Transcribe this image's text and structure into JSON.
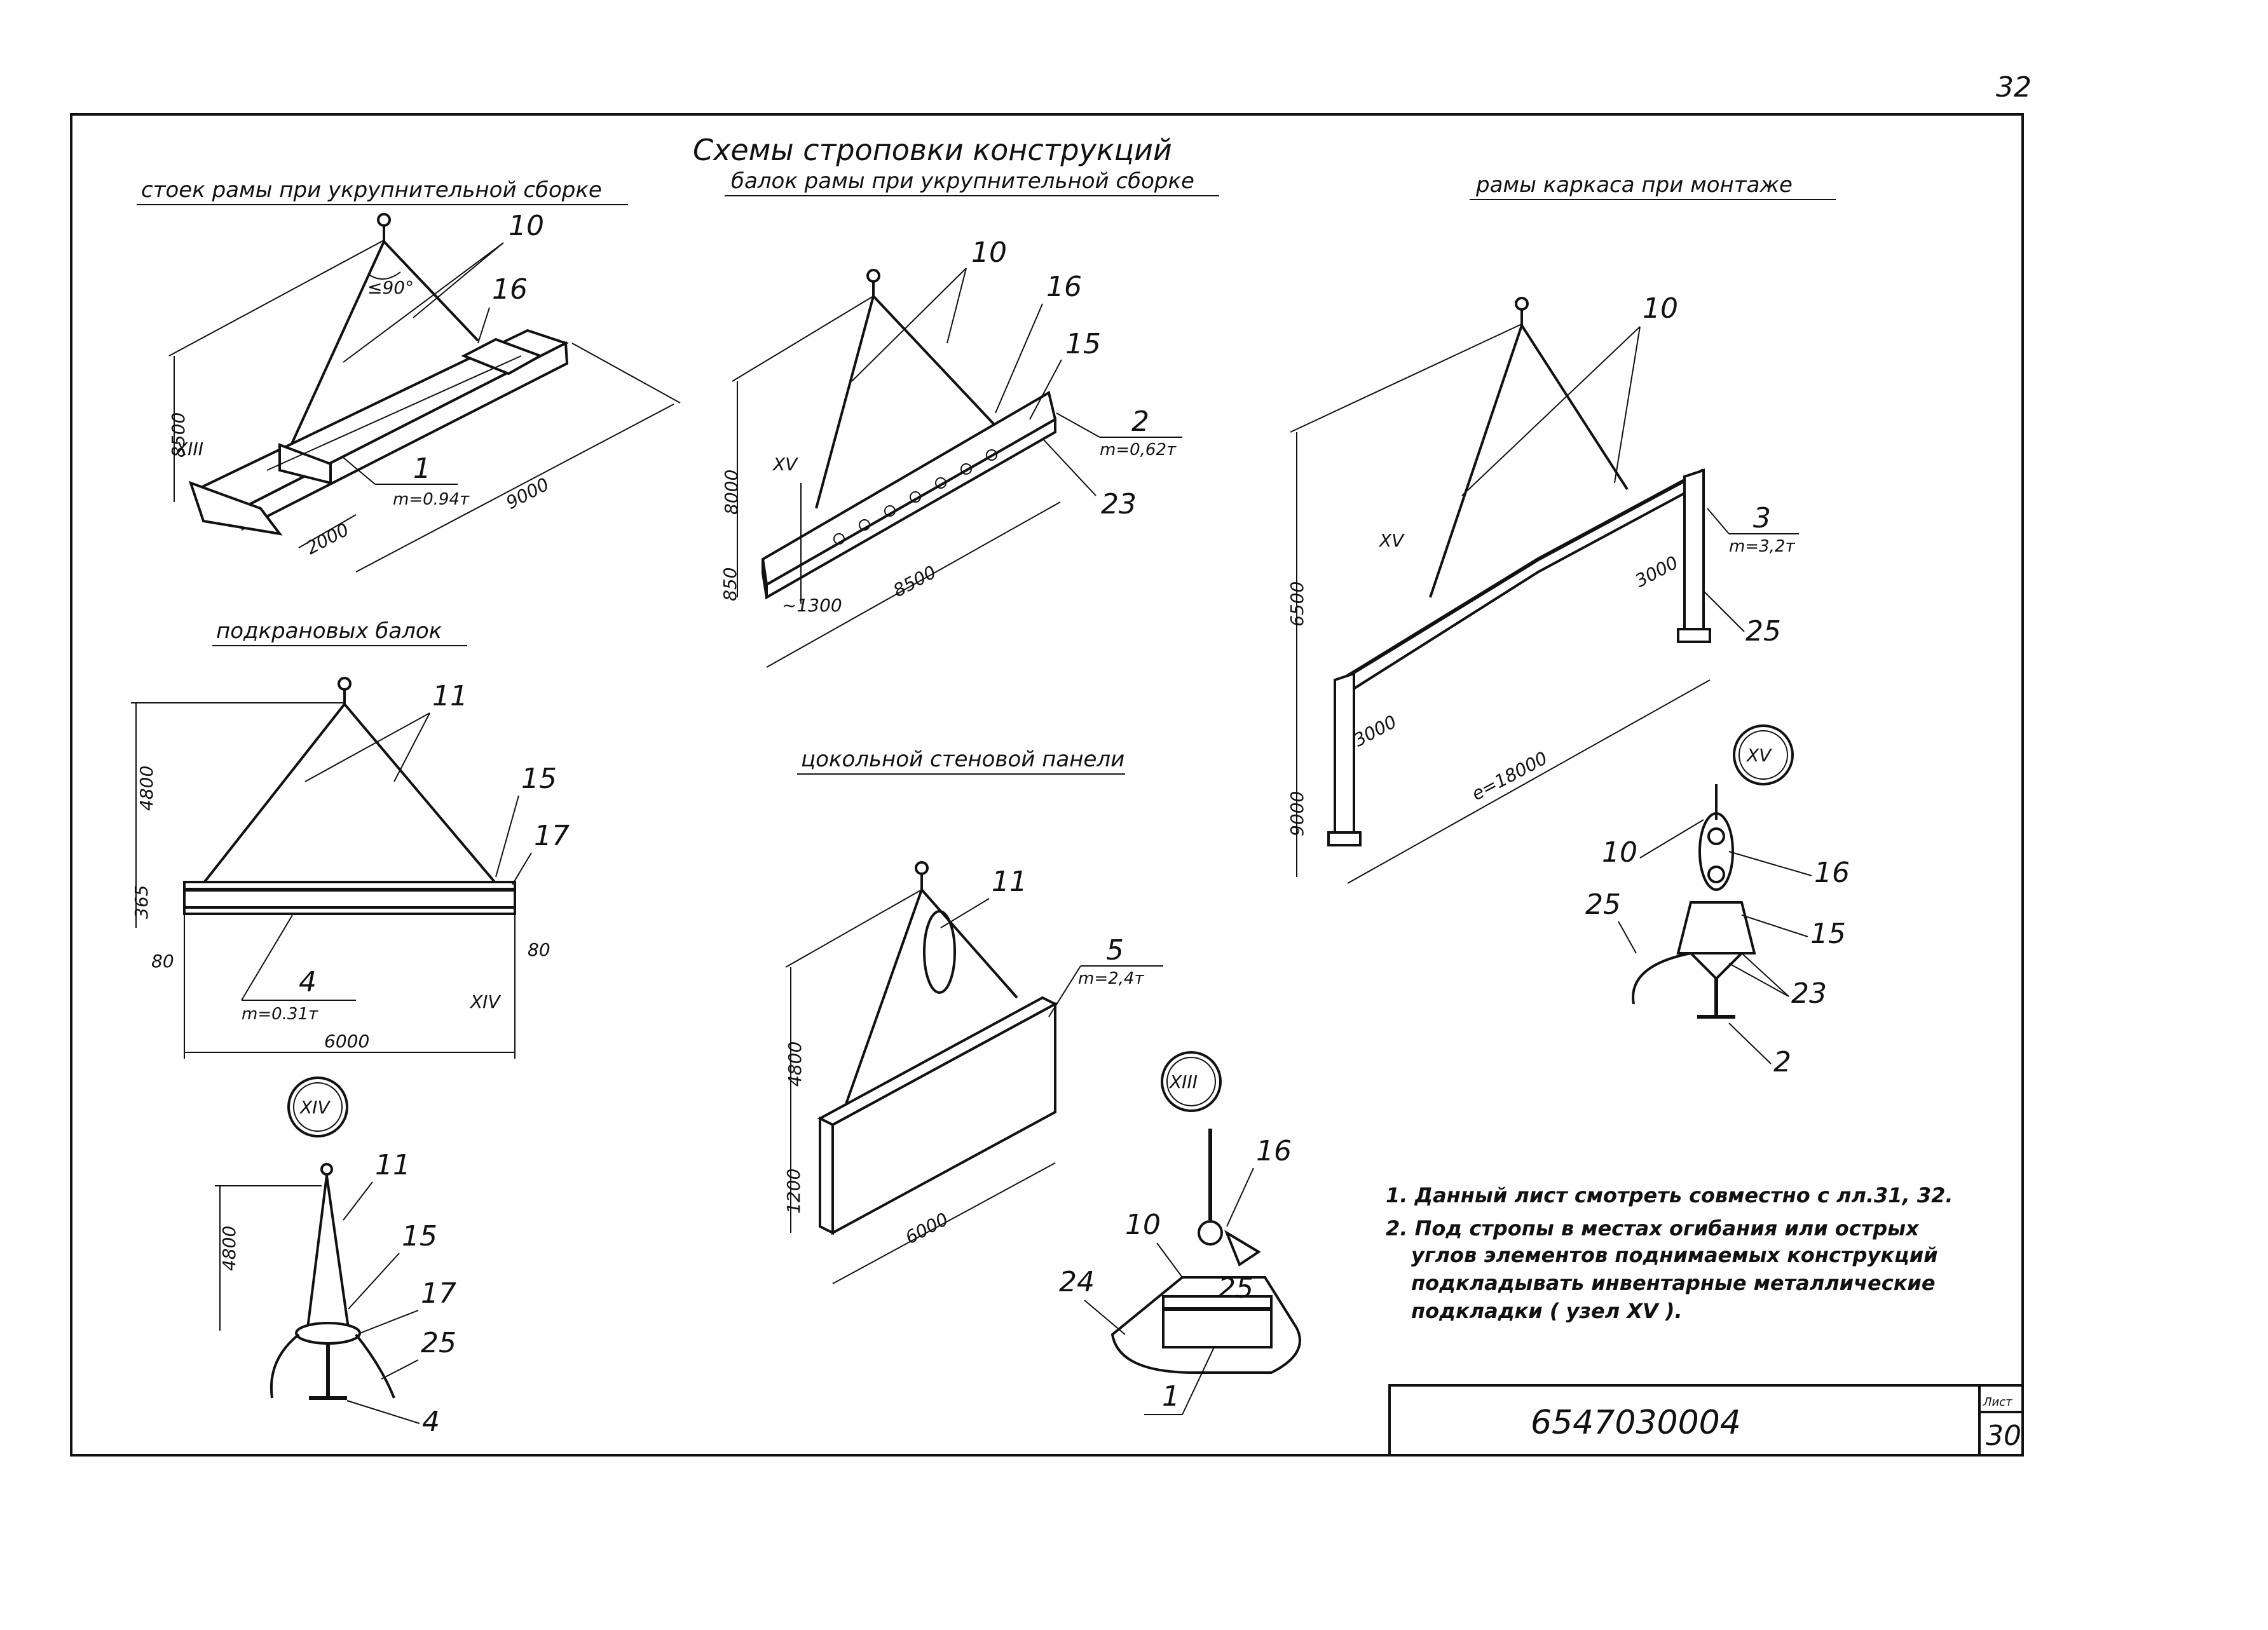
{
  "page_number": "32",
  "title": "Схемы строповки конструкций",
  "sections": {
    "columns": "стоек рамы при укрупнительной сборке",
    "beams": "балок рамы при укрупнительной сборке",
    "frames": "рамы каркаса при монтаже",
    "crane_beams": "подкрановых балок",
    "plinth_panel": "цокольной стеновой панели"
  },
  "column_scheme": {
    "angle": "≤90°",
    "callouts": [
      "10",
      "16",
      "1"
    ],
    "node": "XIII",
    "mass": "m=0.94т",
    "dims": [
      "8500",
      "9000",
      "2000"
    ]
  },
  "beam_scheme": {
    "callouts": [
      "10",
      "16",
      "15",
      "2",
      "23"
    ],
    "node": "XV",
    "mass": "m=0,62т",
    "dims": [
      "8000",
      "850",
      "~1300",
      "8500"
    ]
  },
  "frame_scheme": {
    "callouts": [
      "10",
      "3",
      "25"
    ],
    "node": "XV",
    "mass": "m=3,2т",
    "dims": [
      "6500",
      "3000",
      "3000",
      "9000",
      "e=18000"
    ]
  },
  "crane_beam_scheme": {
    "callouts": [
      "11",
      "15",
      "17",
      "4"
    ],
    "node": "XIV",
    "mass": "m=0.31т",
    "dims": [
      "4800",
      "365",
      "80",
      "80",
      "6000"
    ]
  },
  "panel_scheme": {
    "callouts": [
      "11",
      "5"
    ],
    "mass": "m=2,4т",
    "dims": [
      "4800",
      "1200",
      "6000"
    ]
  },
  "detail_xiv": {
    "node": "XIV",
    "callouts": [
      "11",
      "15",
      "17",
      "25",
      "4"
    ],
    "dims": [
      "4800"
    ]
  },
  "detail_xiii": {
    "node": "XIII",
    "callouts": [
      "16",
      "10",
      "24",
      "25",
      "1"
    ]
  },
  "detail_xv": {
    "node": "XV",
    "callouts": [
      "10",
      "16",
      "25",
      "15",
      "23",
      "2"
    ]
  },
  "notes": [
    "1. Данный лист смотреть совместно с лл.31, 32.",
    "2. Под стропы в местах огибания или острых",
    "углов элементов поднимаемых конструкций",
    "подкладывать инвентарные металлические",
    "подкладки ( узел XV )."
  ],
  "stamp": {
    "code": "6547030004",
    "sheet_label": "Лист",
    "sheet": "30"
  }
}
